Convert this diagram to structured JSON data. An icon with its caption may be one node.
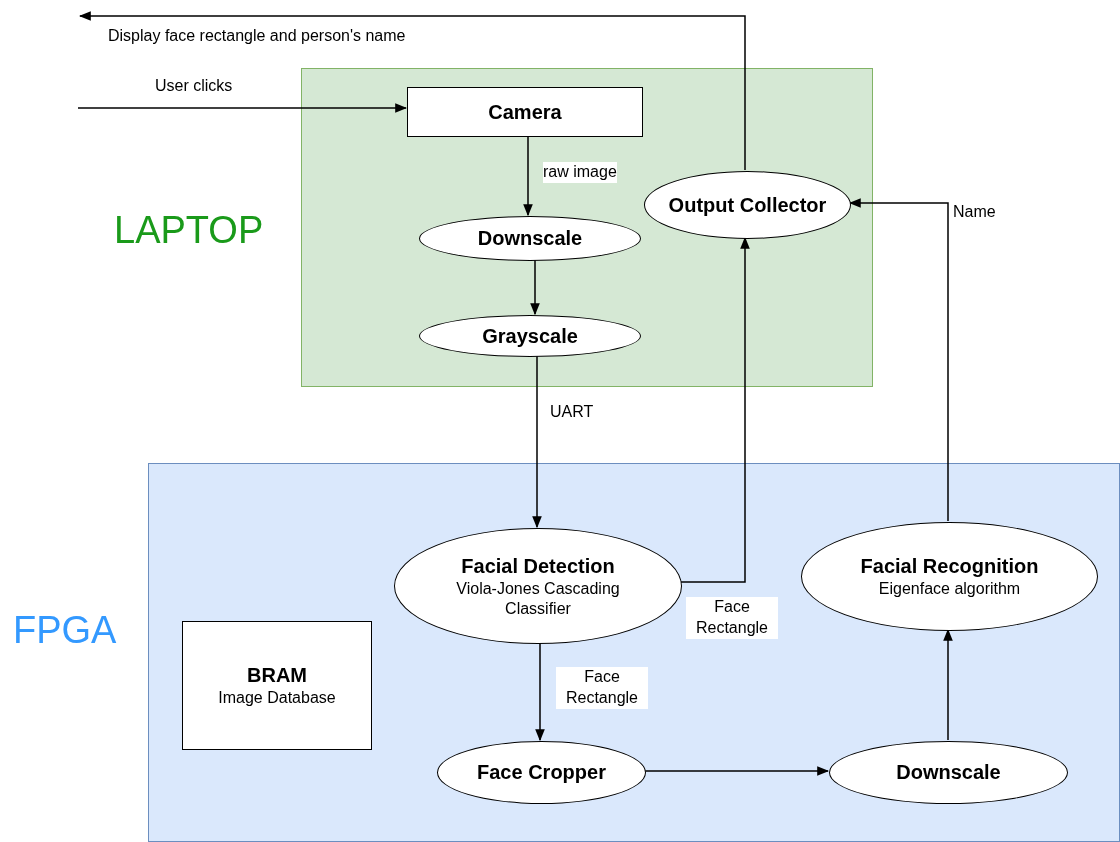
{
  "diagram": {
    "nodes": [
      {
        "text": [
          "LAPTOP"
        ]
      },
      {
        "text": [
          "Camera"
        ],
        "in": 0
      },
      {
        "text": [
          "Downscale"
        ],
        "in": 0
      },
      {
        "text": [
          "Grayscale"
        ],
        "in": 0
      },
      {
        "text": [
          "Output Collector"
        ],
        "in": 0
      },
      {
        "text": [
          "FPGA"
        ]
      },
      {
        "text": [
          "Facial Detection",
          "Viola-Jones Cascading Classifier"
        ],
        "in": 5
      },
      {
        "text": [
          "Facial Recognition",
          "Eigenface algorithm"
        ],
        "in": 5
      },
      {
        "text": [
          "BRAM",
          "Image Database"
        ],
        "in": 5
      },
      {
        "text": [
          "Face Cropper"
        ],
        "in": 5
      },
      {
        "text": [
          "Downscale"
        ],
        "in": 5
      }
    ],
    "edges": [
      {
        "from": null,
        "to": 1,
        "arrow": "to",
        "label": "User clicks"
      },
      {
        "from": 1,
        "to": 2,
        "arrow": "to",
        "label": "raw image"
      },
      {
        "from": 2,
        "to": 3,
        "arrow": "to"
      },
      {
        "from": 3,
        "to": 6,
        "arrow": "to",
        "label": "UART"
      },
      {
        "from": 6,
        "to": 4,
        "arrow": "to",
        "label": "Face Rectangle"
      },
      {
        "from": 4,
        "to": null,
        "arrow": "to",
        "label": "Display face rectangle and person's name"
      },
      {
        "from": 6,
        "to": 9,
        "arrow": "to",
        "label": "Face Rectangle"
      },
      {
        "from": 9,
        "to": 10,
        "arrow": "to"
      },
      {
        "from": 10,
        "to": 7,
        "arrow": "to"
      },
      {
        "from": 7,
        "to": 4,
        "arrow": "to",
        "label": "Name"
      }
    ]
  }
}
